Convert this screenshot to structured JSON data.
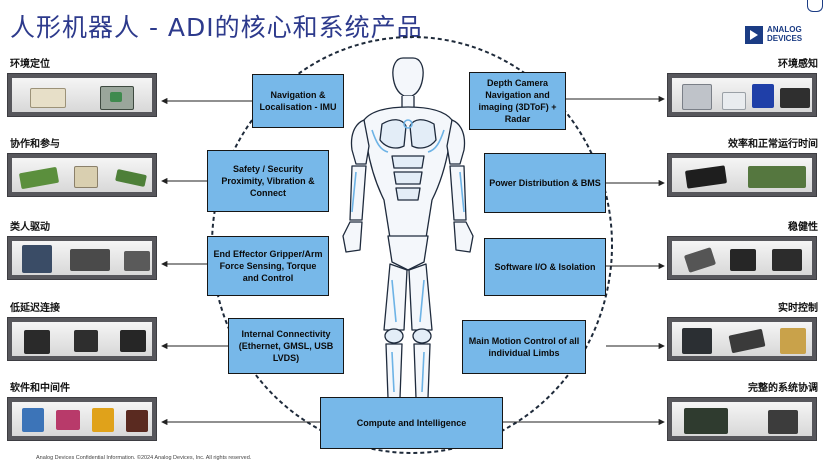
{
  "title": "人形机器人 - ADI的核心和系统产品",
  "logo": {
    "line1": "ANALOG",
    "line2": "DEVICES"
  },
  "footer": "Analog Devices Confidential Information. ©2024 Analog Devices, Inc. All rights reserved.",
  "left_categories": [
    {
      "label": "环境定位"
    },
    {
      "label": "协作和参与"
    },
    {
      "label": "类人驱动"
    },
    {
      "label": "低延迟连接"
    },
    {
      "label": "软件和中间件"
    }
  ],
  "right_categories": [
    {
      "label": "环境感知"
    },
    {
      "label": "效率和正常运行时间"
    },
    {
      "label": "稳健性"
    },
    {
      "label": "实时控制"
    },
    {
      "label": "完整的系统协调"
    }
  ],
  "left_boxes": [
    {
      "text": "Navigation & Localisation - IMU"
    },
    {
      "text": "Safety / Security Proximity, Vibration & Connect"
    },
    {
      "text": "End Effector Gripper/Arm Force Sensing, Torque and Control"
    },
    {
      "text": "Internal Connectivity (Ethernet, GMSL, USB LVDS)"
    }
  ],
  "right_boxes": [
    {
      "text": "Depth Camera Navigation and imaging (3DToF) + Radar"
    },
    {
      "text": "Power Distribution & BMS"
    },
    {
      "text": "Software I/O & Isolation"
    },
    {
      "text": "Main Motion Control of all individual Limbs"
    }
  ],
  "bottom_box": {
    "text": "Compute and Intelligence"
  },
  "colors": {
    "title": "#2d3a8c",
    "box_fill": "#77b8e9",
    "panel_frame": "#57575c",
    "robot_outline": "#1f2b3d",
    "robot_accent": "#6db3e6"
  }
}
